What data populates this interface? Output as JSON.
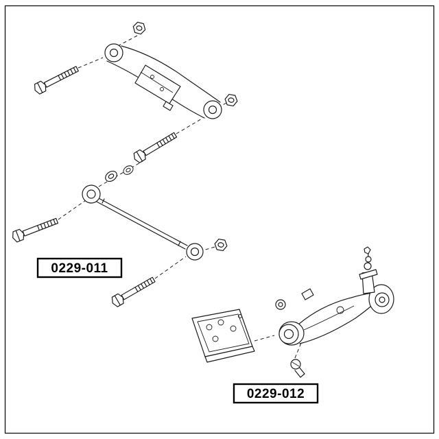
{
  "diagram": {
    "kind": "suspension-parts-line-diagram",
    "background": "#ffffff",
    "line_color": "#1c1c1c",
    "labels": {
      "part_1": "0229-011",
      "part_2": "0229-012"
    },
    "parts": [
      {
        "name": "upper-control-arm"
      },
      {
        "name": "lateral-link-rod"
      },
      {
        "name": "rear-knuckle-assembly"
      },
      {
        "name": "mounting-bracket-plate"
      },
      {
        "name": "bolt-long",
        "count": 4
      },
      {
        "name": "hex-nut",
        "count": 3
      },
      {
        "name": "washer",
        "count": 2
      },
      {
        "name": "small-bolt",
        "count": 1
      }
    ]
  }
}
